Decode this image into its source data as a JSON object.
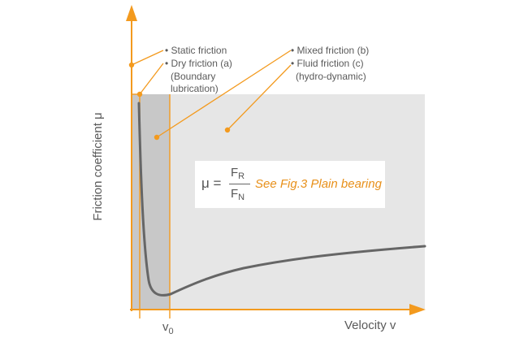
{
  "labels": {
    "static_friction": "Static friction",
    "dry_friction": "Dry friction (a)",
    "boundary_1": "(Boundary",
    "boundary_2": "lubrication)",
    "mixed_friction": "Mixed friction (b)",
    "fluid_friction": "Fluid friction (c)",
    "hydro_dynamic": "(hydro-dynamic)"
  },
  "axes": {
    "y_label": "Friction coefficient μ",
    "x_label": "Velocity v",
    "v0_base": "v",
    "v0_sub": "0"
  },
  "formula": {
    "mu": "μ =",
    "num_base": "F",
    "num_sub": "R",
    "den_base": "F",
    "den_sub": "N",
    "reference": "See Fig.3 Plain bearing"
  },
  "colors": {
    "accent": "#f39a1e",
    "curve": "#666666",
    "region_light": "#e6e6e6",
    "region_dark": "#c8c8c8"
  }
}
